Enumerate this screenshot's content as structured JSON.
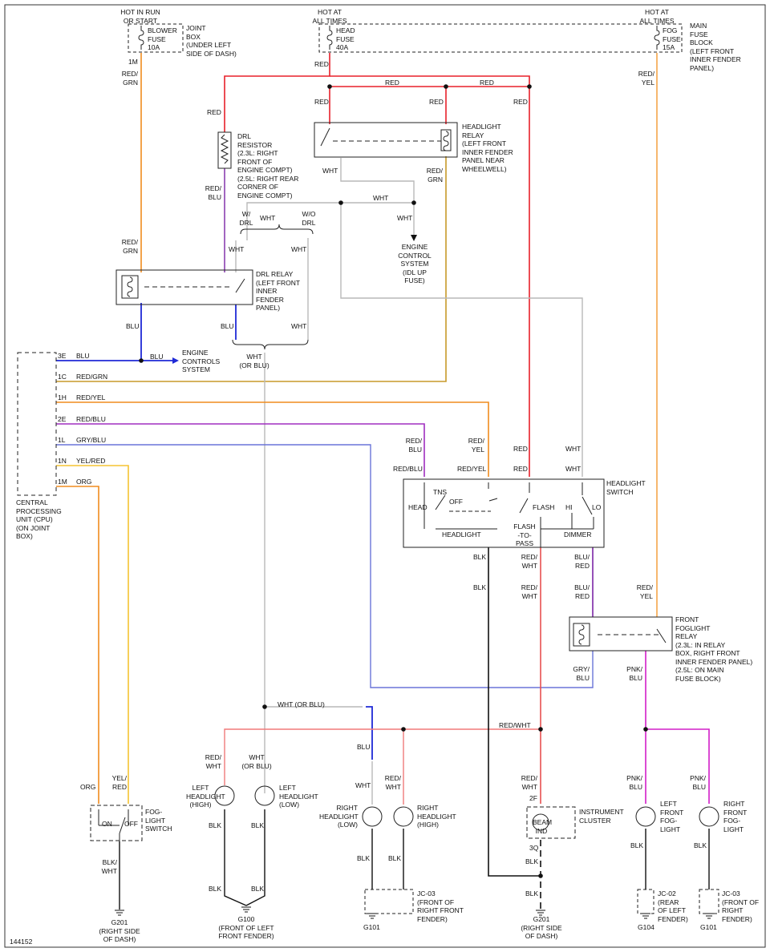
{
  "diagram_id": "144152",
  "power": {
    "hot_run_start": [
      "HOT IN RUN",
      "OR START"
    ],
    "hot_all_times_left": [
      "HOT AT",
      "ALL TIMES"
    ],
    "hot_all_times_right": [
      "HOT AT",
      "ALL TIMES"
    ]
  },
  "fuses": {
    "blower": [
      "BLOWER",
      "FUSE",
      "10A"
    ],
    "joint_box": [
      "JOINT",
      "BOX",
      "(UNDER LEFT",
      "SIDE OF DASH)"
    ],
    "head": [
      "HEAD",
      "FUSE",
      "40A"
    ],
    "fog": [
      "FOG",
      "FUSE",
      "15A"
    ],
    "main_fuse_block": [
      "MAIN",
      "FUSE",
      "BLOCK",
      "(LEFT FRONT",
      "INNER FENDER",
      "PANEL)"
    ]
  },
  "components": {
    "drl_resistor": [
      "DRL",
      "RESISTOR",
      "(2.3L: RIGHT",
      "FRONT OF",
      "ENGINE COMPT)",
      "(2.5L: RIGHT REAR",
      "CORNER OF",
      "ENGINE COMPT)"
    ],
    "headlight_relay": [
      "HEADLIGHT",
      "RELAY",
      "(LEFT FRONT",
      "INNER FENDER",
      "PANEL NEAR",
      "WHEELWELL)"
    ],
    "engine_control_system": [
      "ENGINE",
      "CONTROL",
      "SYSTEM",
      "(IDL UP",
      "FUSE)"
    ],
    "drl_relay": [
      "DRL RELAY",
      "(LEFT FRONT",
      "INNER",
      "FENDER",
      "PANEL)"
    ],
    "engine_controls_system": [
      "ENGINE",
      "CONTROLS",
      "SYSTEM"
    ],
    "cpu": [
      "CENTRAL",
      "PROCESSING",
      "UNIT (CPU)",
      "(ON JOINT",
      "BOX)"
    ],
    "headlight_switch": [
      "HEADLIGHT",
      "SWITCH"
    ],
    "front_foglight_relay": [
      "FRONT",
      "FOGLIGHT",
      "RELAY",
      "(2.3L: IN RELAY",
      "BOX, RIGHT FRONT",
      "INNER FENDER PANEL)",
      "(2.5L: ON MAIN",
      "FUSE BLOCK)"
    ],
    "fog_light_switch": [
      "FOG-",
      "LIGHT",
      "SWITCH"
    ],
    "left_headlight_high": [
      "LEFT",
      "HEADLIGHT",
      "(HIGH)"
    ],
    "left_headlight_low": [
      "LEFT",
      "HEADLIGHT",
      "(LOW)"
    ],
    "right_headlight_low": [
      "RIGHT",
      "HEADLIGHT",
      "(LOW)"
    ],
    "right_headlight_high": [
      "RIGHT",
      "HEADLIGHT",
      "(HIGH)"
    ],
    "instrument_cluster": [
      "INSTRUMENT",
      "CLUSTER"
    ],
    "left_front_fog": [
      "LEFT",
      "FRONT",
      "FOG-",
      "LIGHT"
    ],
    "right_front_fog": [
      "RIGHT",
      "FRONT",
      "FOG-",
      "LIGHT"
    ],
    "jc03_left": [
      "JC-03",
      "(FRONT OF",
      "RIGHT FRONT",
      "FENDER)"
    ],
    "jc02": [
      "JC-02",
      "(REAR",
      "OF LEFT",
      "FENDER)"
    ],
    "jc03_right": [
      "JC-03",
      "(FRONT OF",
      "RIGHT",
      "FENDER)"
    ],
    "beam_ind": [
      "BEAM",
      "IND"
    ]
  },
  "grounds": {
    "g201_left": [
      "G201",
      "(RIGHT SIDE",
      "OF DASH)"
    ],
    "g100": [
      "G100",
      "(FRONT OF LEFT",
      "FRONT FENDER)"
    ],
    "g101_left": "G101",
    "g201_right": [
      "G201",
      "(RIGHT SIDE",
      "OF DASH)"
    ],
    "g104": "G104",
    "g101_right": "G101"
  },
  "cpu_pins": [
    {
      "pin": "3E",
      "wire": "BLU"
    },
    {
      "pin": "1C",
      "wire": "RED/GRN"
    },
    {
      "pin": "1H",
      "wire": "RED/YEL"
    },
    {
      "pin": "2E",
      "wire": "RED/BLU"
    },
    {
      "pin": "1L",
      "wire": "GRY/BLU"
    },
    {
      "pin": "1N",
      "wire": "YEL/RED"
    },
    {
      "pin": "1M",
      "wire": "ORG"
    }
  ],
  "switch_labels": {
    "head": "HEAD",
    "tns": "TNS",
    "off": "OFF",
    "headlight": "HEADLIGHT",
    "flash": "FLASH",
    "hi": "HI",
    "lo": "LO",
    "flash_to_pass": [
      "FLASH",
      "-TO-",
      "PASS"
    ],
    "dimmer": "DIMMER",
    "on": "ON",
    "off_fog": "OFF"
  },
  "pins": {
    "blower_1m": "1M",
    "cluster_2f": "2F",
    "cluster_3q": "3Q"
  },
  "wire_labels": {
    "red_grn": [
      "RED/",
      "GRN"
    ],
    "red": "RED",
    "red_blu": [
      "RED/",
      "BLU"
    ],
    "red_yel": [
      "RED/",
      "YEL"
    ],
    "red_wht": [
      "RED/",
      "WHT"
    ],
    "blu_red": [
      "BLU/",
      "RED"
    ],
    "gry_blu": [
      "GRY/",
      "BLU"
    ],
    "pnk_blu": [
      "PNK/",
      "BLU"
    ],
    "blk_wht": [
      "BLK/",
      "WHT"
    ],
    "yel_red": [
      "YEL/",
      "RED"
    ],
    "wht_or_blu": [
      "WHT",
      "(OR BLU)"
    ],
    "wht_or_blu_inline": "WHT   (OR BLU)",
    "w_drl": [
      "W/",
      "DRL"
    ],
    "wo_drl": [
      "W/O",
      "DRL"
    ],
    "red_wht_inline": "RED/WHT",
    "red_blu_inline": "RED/BLU",
    "red_yel_inline": "RED/YEL",
    "wht": "WHT",
    "blu": "BLU",
    "blk": "BLK",
    "org": "ORG"
  },
  "colors": {
    "red": "#e8202a",
    "orange": "#f08c1e",
    "yellow": "#f5c332",
    "blue": "#1f2ad6",
    "purple": "#8a3fb0",
    "magenta": "#d21ec8",
    "gray_blue": "#6a74d8",
    "gray": "#b9b9b9",
    "pink": "#f07a7a",
    "black": "#111111"
  }
}
